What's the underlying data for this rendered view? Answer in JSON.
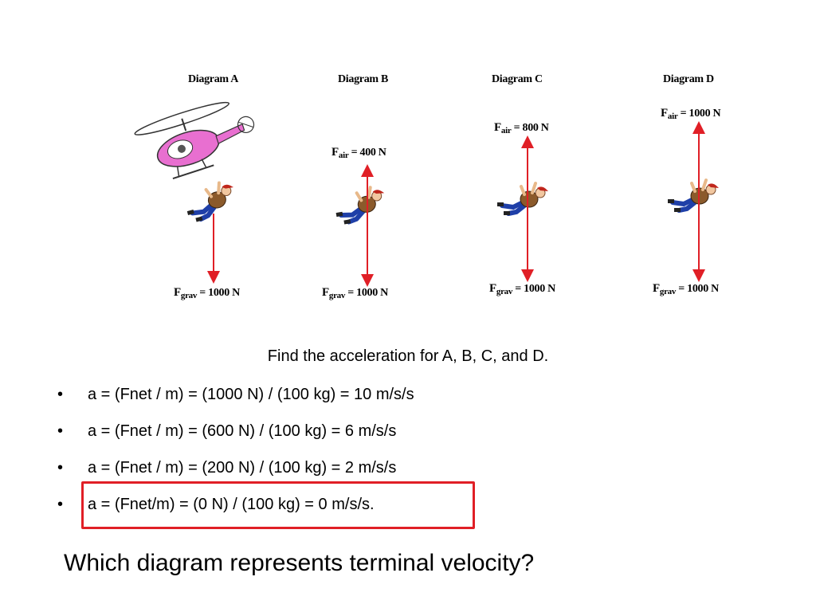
{
  "diagrams": [
    {
      "title": "Diagram A",
      "air": null,
      "grav": {
        "sym": "F",
        "sub": "grav",
        "value": "= 1000 N"
      }
    },
    {
      "title": "Diagram B",
      "air": {
        "sym": "F",
        "sub": "air",
        "value": "= 400 N"
      },
      "grav": {
        "sym": "F",
        "sub": "grav",
        "value": "= 1000 N"
      }
    },
    {
      "title": "Diagram C",
      "air": {
        "sym": "F",
        "sub": "air",
        "value": "= 800 N"
      },
      "grav": {
        "sym": "F",
        "sub": "grav",
        "value": "= 1000 N"
      }
    },
    {
      "title": "Diagram D",
      "air": {
        "sym": "F",
        "sub": "air",
        "value": "= 1000 N"
      },
      "grav": {
        "sym": "F",
        "sub": "grav",
        "value": "= 1000 N"
      }
    }
  ],
  "prompt": "Find the acceleration for A, B, C, and D.",
  "bullet_char": "•",
  "bullets": [
    "a = (Fnet / m) = (1000 N) / (100 kg) = 10 m/s/s",
    "a = (Fnet / m) = (600 N) / (100 kg) = 6 m/s/s",
    "a = (Fnet / m) = (200 N) / (100 kg) = 2 m/s/s",
    "a = (Fnet/m) = (0 N) / (100 kg) = 0 m/s/s."
  ],
  "question": "Which diagram represents terminal velocity?",
  "colors": {
    "arrow": "#e01f26",
    "highlight": "#e01f26",
    "helicopter": "#e86fd0",
    "shirt": "#8b5a2b",
    "pants": "#1f3fa8",
    "cap": "#c0261c"
  },
  "icons": [
    "helicopter-icon",
    "skydiver-icon"
  ]
}
